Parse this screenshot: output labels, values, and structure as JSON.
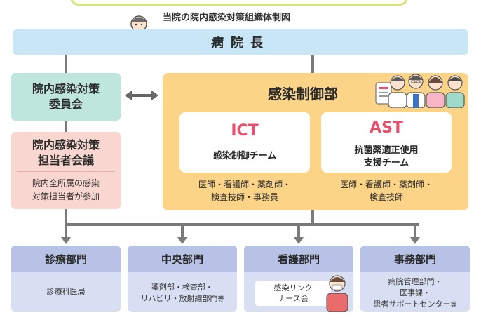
{
  "title": "当院の院内感染対策組織体制図",
  "director": "病院長",
  "committee": "院内感染対策\n委員会",
  "council": {
    "title": "院内感染対策\n担当者会議",
    "desc": "院内全所属の感染\n対策担当者が参加"
  },
  "control_dept": {
    "title": "感染制御部",
    "teams": [
      {
        "code": "ICT",
        "name": "感染制御チーム",
        "members": "医師・看護師・薬剤師・\n検査技師・事務員"
      },
      {
        "code": "AST",
        "name": "抗菌薬適正使用\n支援チーム",
        "members": "医師・看護師・薬剤師・\n検査技師"
      }
    ]
  },
  "departments": [
    {
      "name": "診療部門",
      "desc": "診療科医局"
    },
    {
      "name": "中央部門",
      "desc": "薬剤部・検査部・\nリハビリ・放射線部門",
      "suffix": "等"
    },
    {
      "name": "看護部門",
      "desc": "感染リンク\nナース会"
    },
    {
      "name": "事務部門",
      "desc": "病院管理部門・\n医事課・\n患者サポートセンター",
      "suffix": "等"
    }
  ]
}
